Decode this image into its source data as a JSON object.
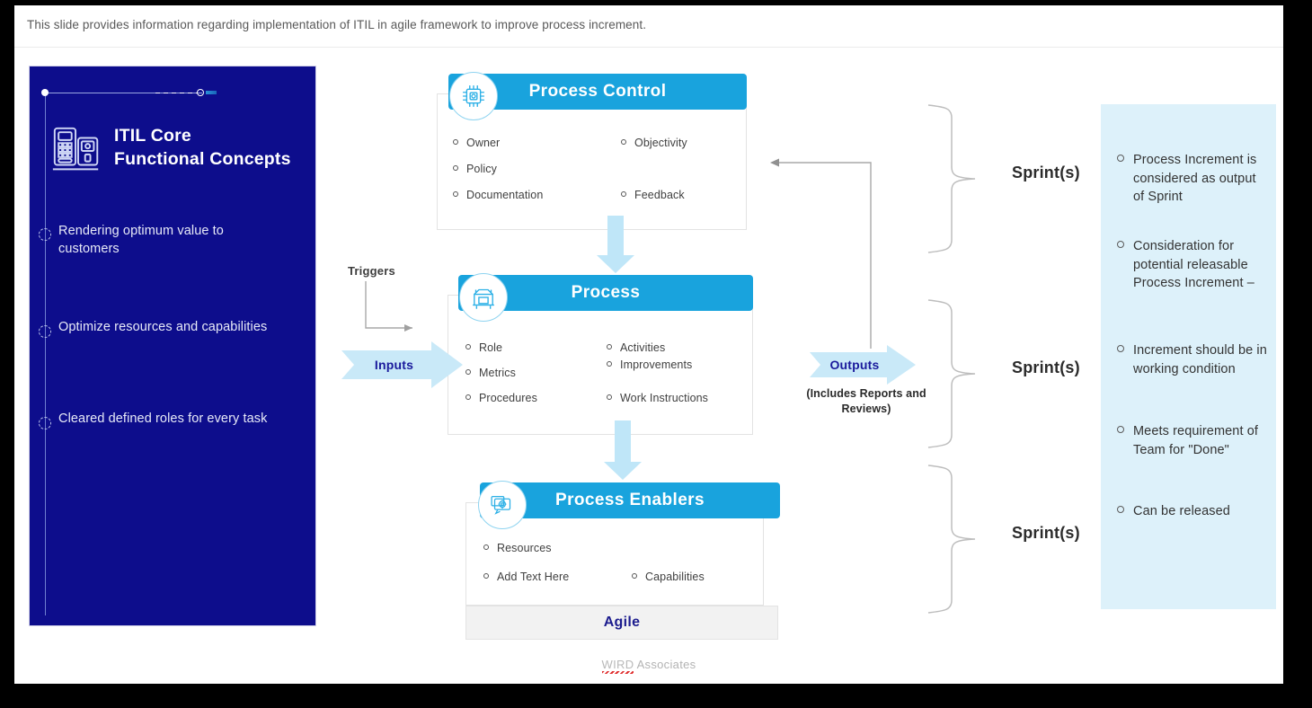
{
  "header": {
    "note": "This slide provides information regarding implementation of ITIL in agile framework to improve process increment."
  },
  "sidebar": {
    "icon": "desk-phone-icon",
    "title_line1": "ITIL Core",
    "title_line2": "Functional Concepts",
    "bullets": [
      "Rendering optimum value to customers",
      "Optimize resources and capabilities",
      "Cleared defined roles for every task"
    ]
  },
  "flow": {
    "triggers_label": "Triggers",
    "inputs_label": "Inputs",
    "outputs_label": "Outputs",
    "outputs_sub_line1": "(Includes Reports and",
    "outputs_sub_line2": "Reviews)",
    "cards": [
      {
        "title": "Process  Control",
        "icon": "cpu-chip-icon",
        "left_items": [
          "Owner",
          "Policy",
          "Documentation"
        ],
        "right_items": [
          "Objectivity",
          "Feedback"
        ]
      },
      {
        "title": "Process",
        "icon": "factory-icon",
        "left_items": [
          "Role",
          "Metrics",
          "Procedures"
        ],
        "right_items": [
          "Activities",
          "Improvements",
          "Work Instructions"
        ]
      },
      {
        "title": "Process  Enablers",
        "icon": "screen-gear-icon",
        "left_items": [
          "Resources",
          "Add Text Here"
        ],
        "right_items": [
          "Capabilities"
        ],
        "footer_bar": "Agile"
      }
    ]
  },
  "sprints": [
    {
      "label": "Sprint(s)"
    },
    {
      "label": "Sprint(s)"
    },
    {
      "label": "Sprint(s)"
    }
  ],
  "right_panel": {
    "items": [
      "Process Increment is considered as output of Sprint",
      "Consideration for potential releasable Process Increment –",
      "Increment should be in working condition",
      "Meets requirement of Team for \"Done\"",
      "Can be released"
    ]
  },
  "footer": {
    "brand_misspelled": "WIRD",
    "brand_rest": " Associates"
  },
  "colors": {
    "navy": "#0d0d8c",
    "accent_blue": "#19a3dd",
    "pale_blue": "#c9e9f8",
    "light_panel": "#ddf1fa",
    "dark_blue_text": "#1a1a9c"
  }
}
